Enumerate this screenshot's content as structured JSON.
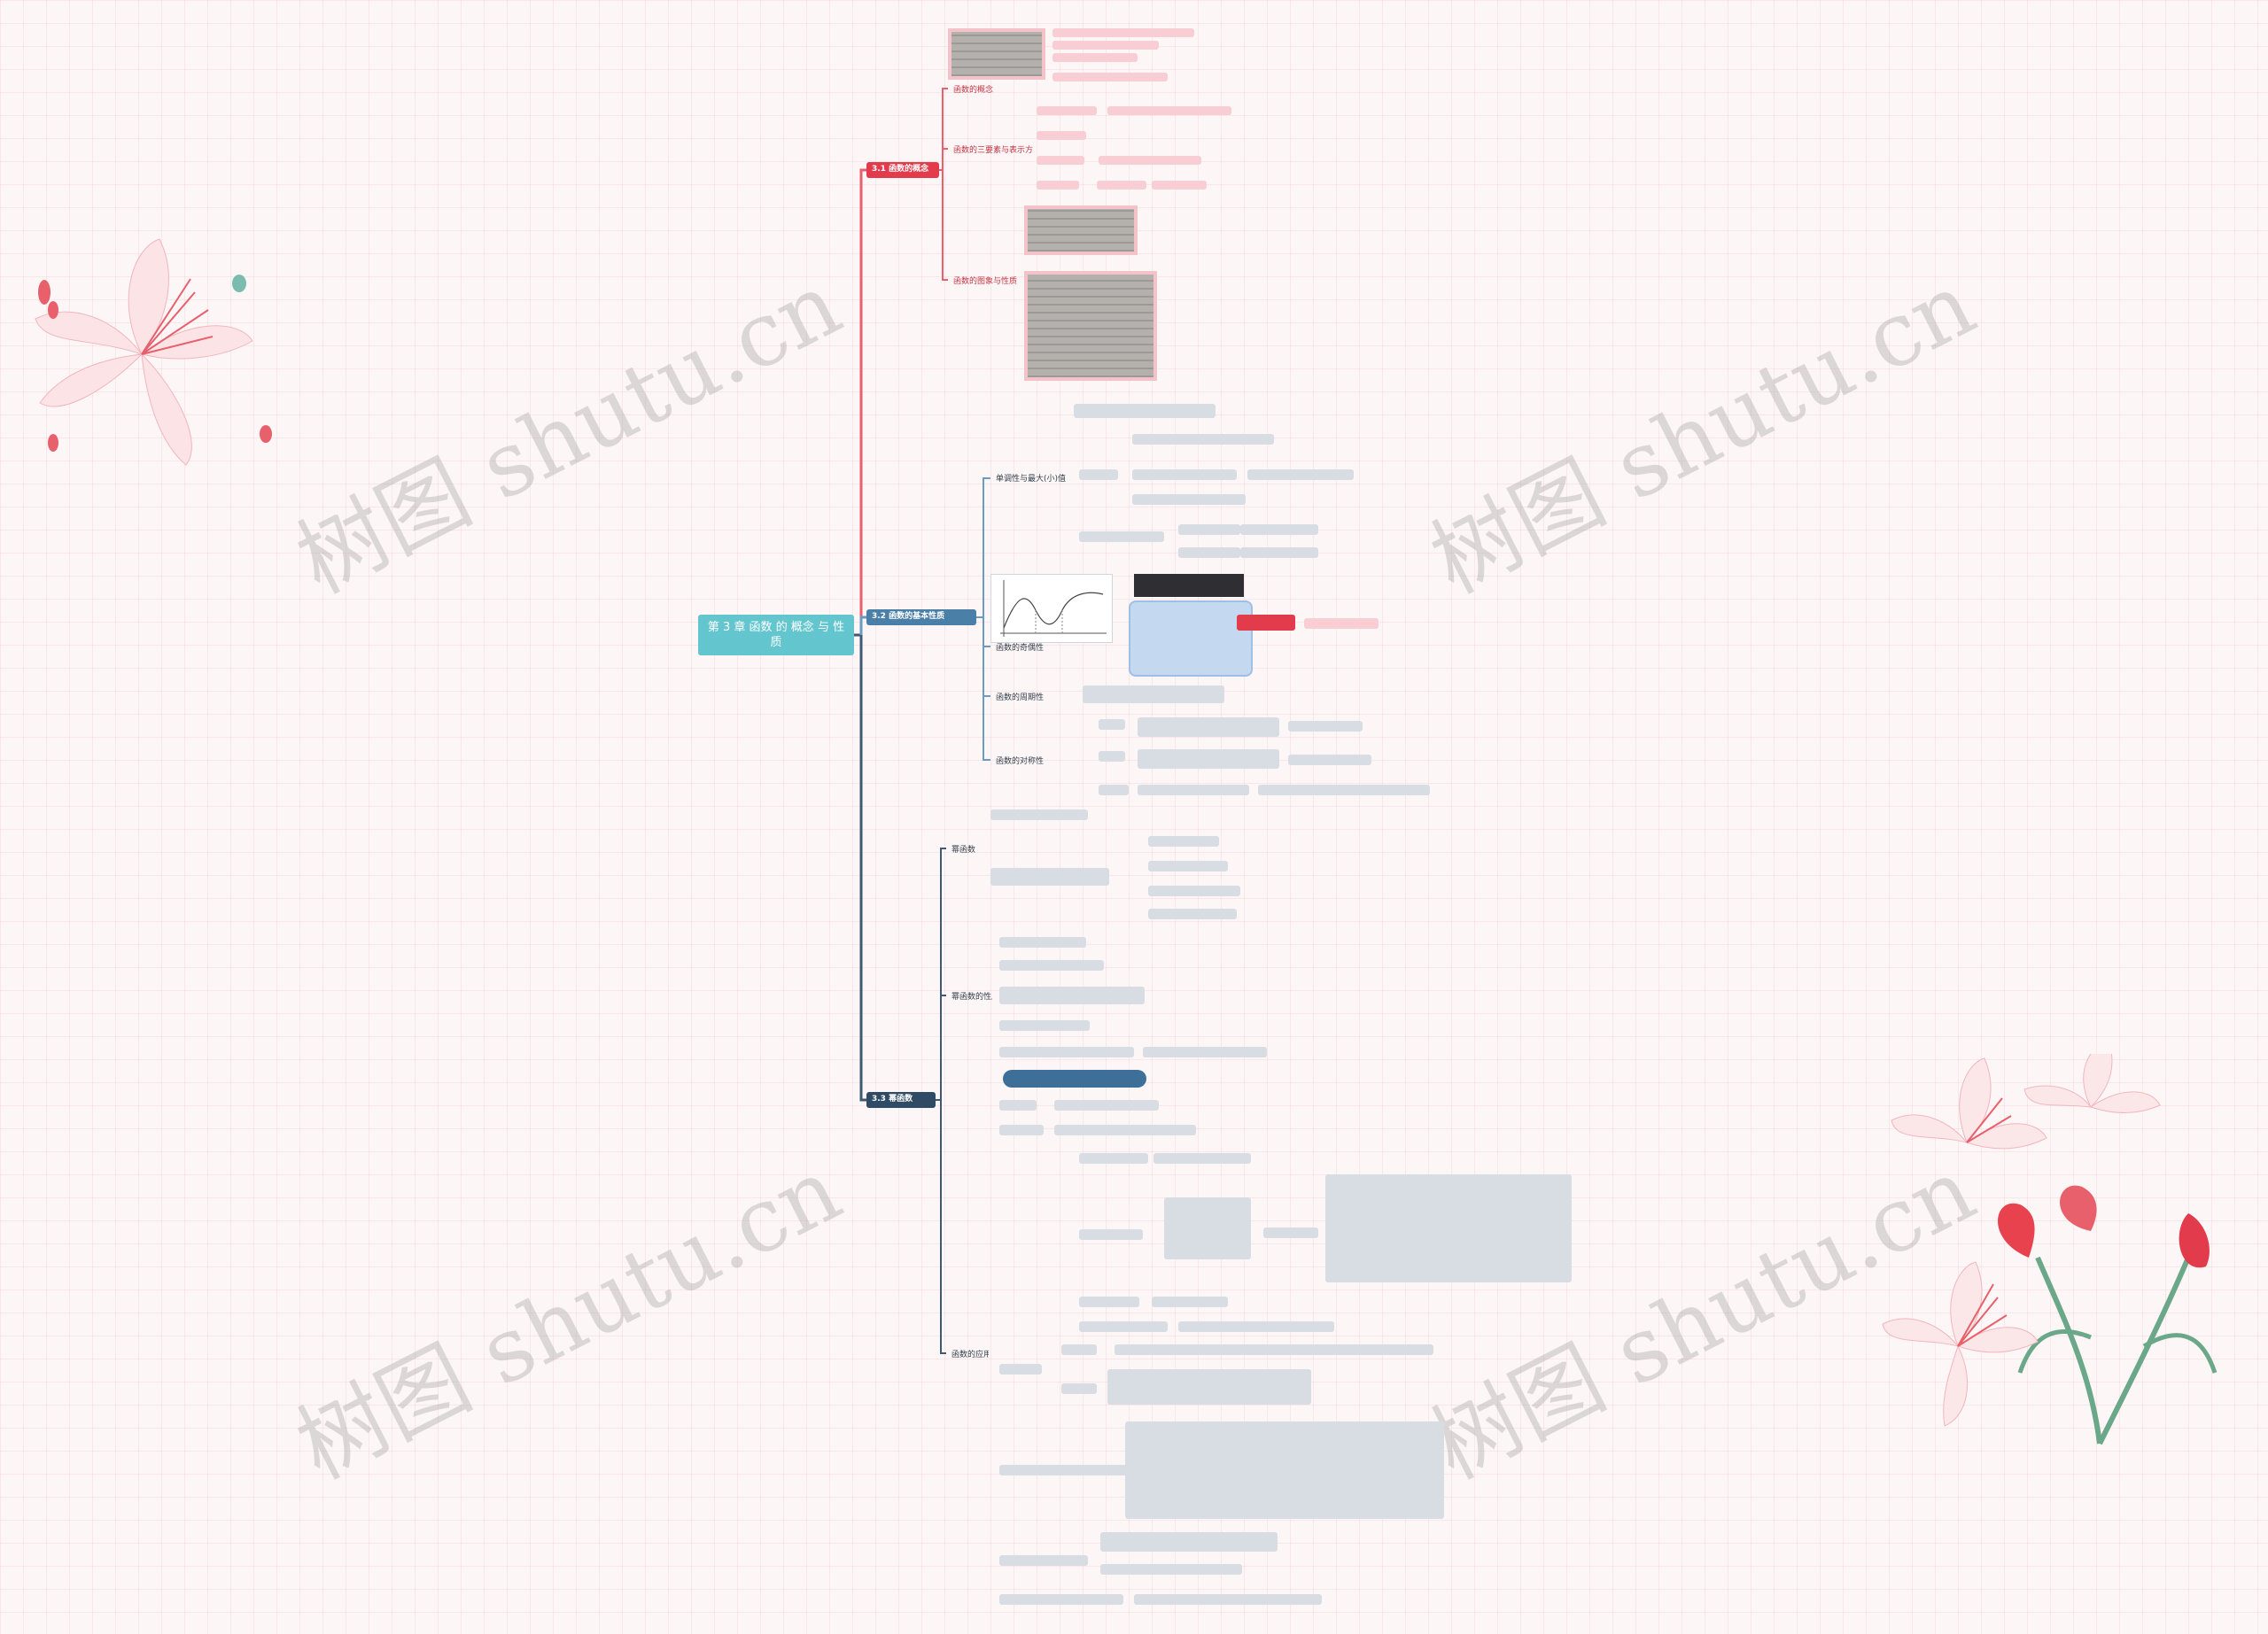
{
  "watermark": "树图 shutu.cn",
  "colors": {
    "root": "#63c6cf",
    "red_branch": "#e23c4c",
    "blue_branch": "#4a7fa8",
    "dark_branch": "#2f4b66",
    "line": "#3e5a73",
    "line_red": "#e8606c",
    "line_blue": "#6b9ac2",
    "pink_node": "#f8cdd3",
    "gray_node": "#d8dde3",
    "highlight_red": "#e23c4c"
  },
  "icons": [
    "lily-flower-icon"
  ],
  "root": {
    "label": "第 3 章 函数 的 概念 与 性质"
  },
  "branches": [
    {
      "label": "3.1 函数的概念",
      "children": [
        {
          "label": "函数的概念"
        },
        {
          "label": "函数的三要素与表示方法"
        },
        {
          "label": "函数的图象与性质"
        }
      ]
    },
    {
      "label": "3.2 函数的基本性质",
      "children": [
        {
          "label": "单调性与最大(小)值"
        },
        {
          "label": "函数的奇偶性"
        },
        {
          "label": "函数的周期性"
        },
        {
          "label": "函数的对称性"
        }
      ]
    },
    {
      "label": "3.3 幂函数",
      "children": [
        {
          "label": "幂函数"
        },
        {
          "label": "幂函数的性质"
        },
        {
          "label": "函数的应用"
        }
      ]
    }
  ]
}
